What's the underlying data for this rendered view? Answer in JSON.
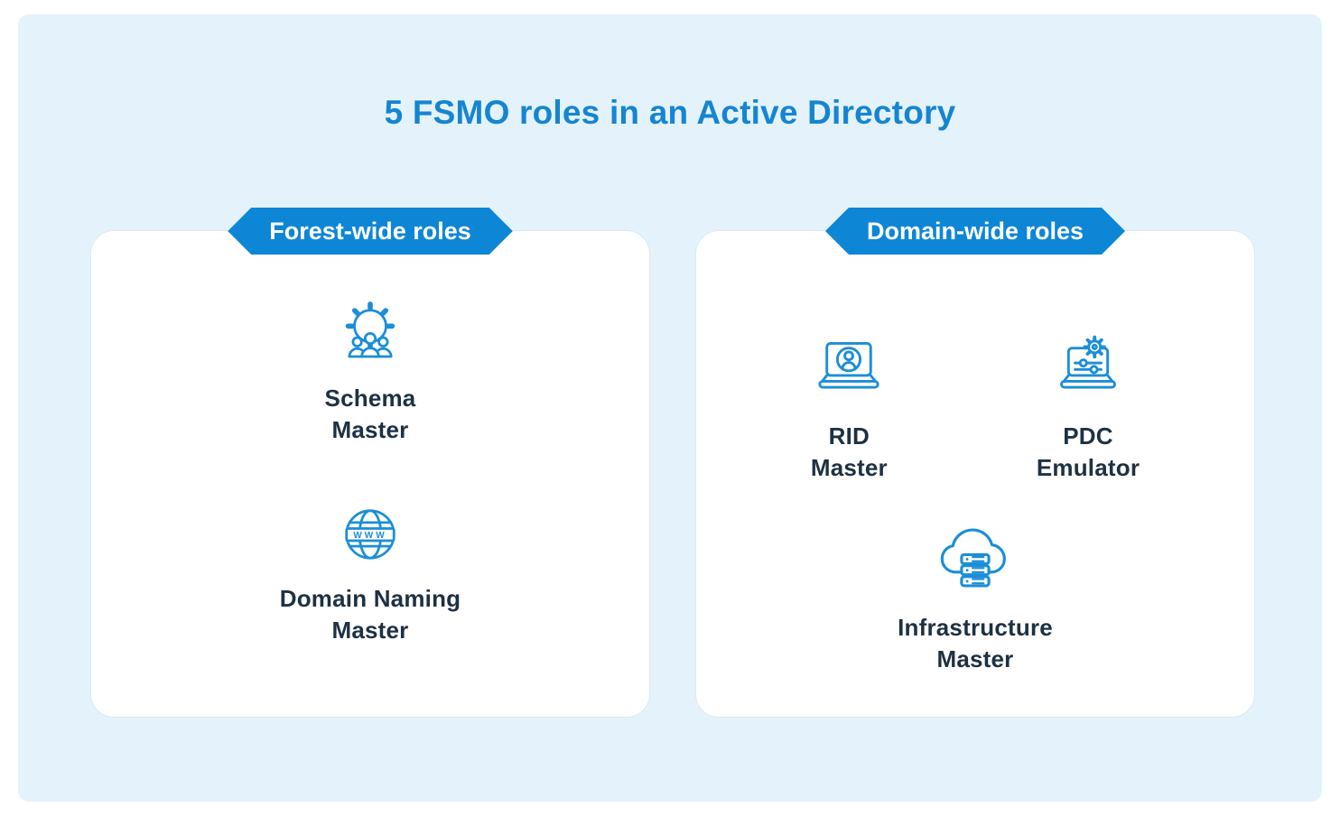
{
  "title": "5 FSMO roles in an Active Directory",
  "colors": {
    "accent": "#1b8ed8",
    "badge_bg": "#0e86d6",
    "title": "#1585d1",
    "panel_bg": "#e4f2fb",
    "card_border": "#dde9f1",
    "text": "#1d3143"
  },
  "cards": [
    {
      "badge": "Forest-wide roles",
      "roles": [
        {
          "label": "Schema\nMaster",
          "icon": "gear-users-icon"
        },
        {
          "label": "Domain Naming\nMaster",
          "icon": "globe-www-icon",
          "icon_text": "WWW"
        }
      ]
    },
    {
      "badge": "Domain-wide roles",
      "roles": [
        {
          "label": "RID\nMaster",
          "icon": "laptop-user-icon"
        },
        {
          "label": "PDC\nEmulator",
          "icon": "laptop-sliders-gear-icon"
        },
        {
          "label": "Infrastructure\nMaster",
          "icon": "cloud-servers-icon"
        }
      ]
    }
  ]
}
